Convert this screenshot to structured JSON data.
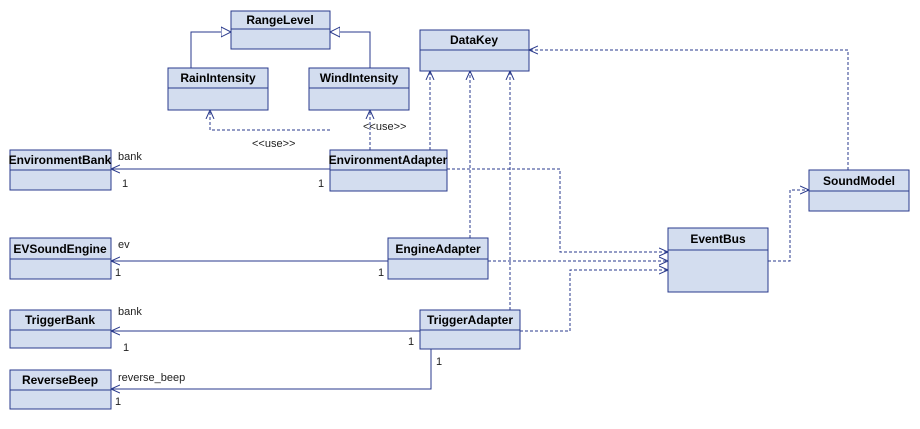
{
  "classes": {
    "range_level": "RangeLevel",
    "rain_intensity": "RainIntensity",
    "wind_intensity": "WindIntensity",
    "data_key": "DataKey",
    "environment_bank": "EnvironmentBank",
    "environment_adapter": "EnvironmentAdapter",
    "sound_model": "SoundModel",
    "ev_sound_engine": "EVSoundEngine",
    "engine_adapter": "EngineAdapter",
    "event_bus": "EventBus",
    "trigger_bank": "TriggerBank",
    "trigger_adapter": "TriggerAdapter",
    "reverse_beep": "ReverseBeep"
  },
  "labels": {
    "use_rain": "<<use>>",
    "use_wind": "<<use>>",
    "env_bank_role": "bank",
    "env_bank_mult": "1",
    "env_adapter_mult": "1",
    "engine_role": "ev",
    "engine_mult": "1",
    "engine_adapter_mult": "1",
    "trigger_bank_role": "bank",
    "trigger_bank_mult": "1",
    "trigger_adapter_mult": "1",
    "reverse_role": "reverse_beep",
    "reverse_mult": "1",
    "trigger_adapter_reverse_mult": "1"
  },
  "colors": {
    "box_fill": "#d3ddef",
    "box_stroke": "#2a3a8c",
    "edge": "#2a3a8c"
  }
}
